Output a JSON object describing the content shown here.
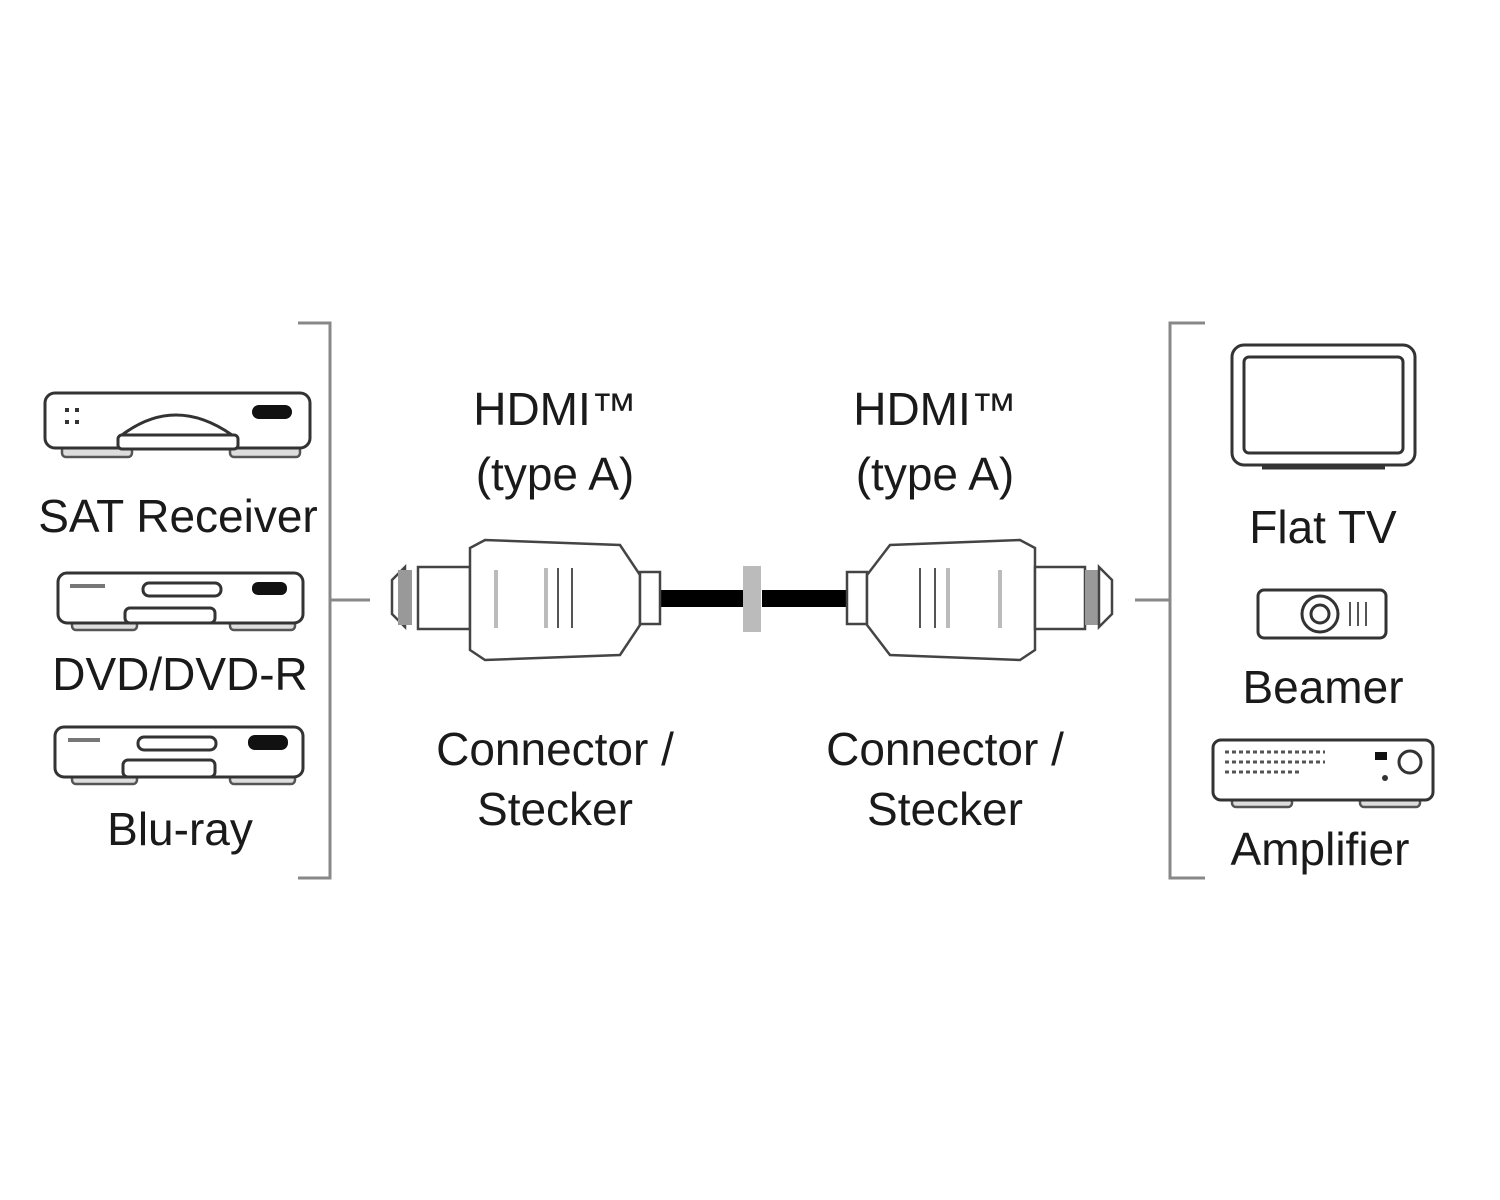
{
  "sources": {
    "items": [
      {
        "label": "SAT Receiver",
        "icon": "sat-receiver-icon"
      },
      {
        "label": "DVD/DVD-R",
        "icon": "dvd-player-icon"
      },
      {
        "label": "Blu-ray",
        "icon": "bluray-player-icon"
      }
    ]
  },
  "cable": {
    "left_connector": {
      "type": "HDMI™",
      "subtype": "(type A)",
      "label_1": "Connector /",
      "label_2": "Stecker"
    },
    "right_connector": {
      "type": "HDMI™",
      "subtype": "(type A)",
      "label_1": "Connector /",
      "label_2": "Stecker"
    }
  },
  "targets": {
    "items": [
      {
        "label": "Flat TV",
        "icon": "flat-tv-icon"
      },
      {
        "label": "Beamer",
        "icon": "projector-icon"
      },
      {
        "label": "Amplifier",
        "icon": "amplifier-icon"
      }
    ]
  },
  "colors": {
    "line": "#333333",
    "cable": "#000000",
    "bracket": "#888888"
  }
}
